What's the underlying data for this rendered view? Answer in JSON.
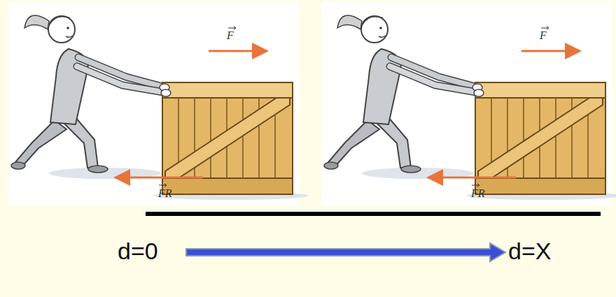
{
  "diagram": {
    "labels": [
      "F",
      "FR",
      "F",
      "FR",
      "d=0",
      "d=X"
    ]
  }
}
